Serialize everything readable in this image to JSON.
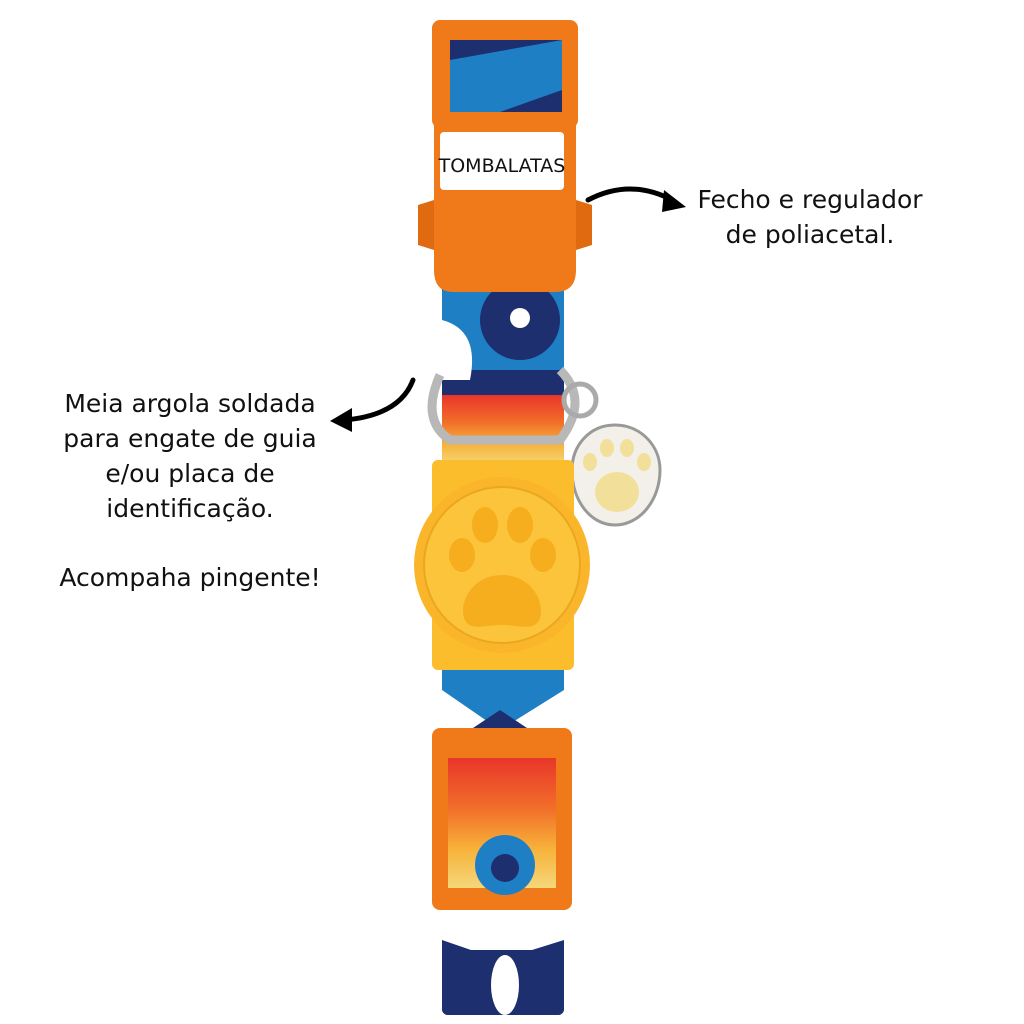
{
  "brand": {
    "logo_text": "TOMBALATAS"
  },
  "annotations": {
    "buckle": {
      "lines": [
        "Fecho e regulador",
        "de poliacetal."
      ]
    },
    "ring": {
      "lines": [
        "Meia argola soldada",
        "para engate de guia",
        "e/ou placa de",
        "identificação."
      ],
      "note": "Acompaha pingente!"
    }
  },
  "colors": {
    "buckle": "#f07a1a",
    "paw_slider": "#fbbd2c",
    "strap_navy": "#1d2f6e",
    "strap_blue": "#1f7fc4",
    "strap_red": "#e8362a"
  }
}
